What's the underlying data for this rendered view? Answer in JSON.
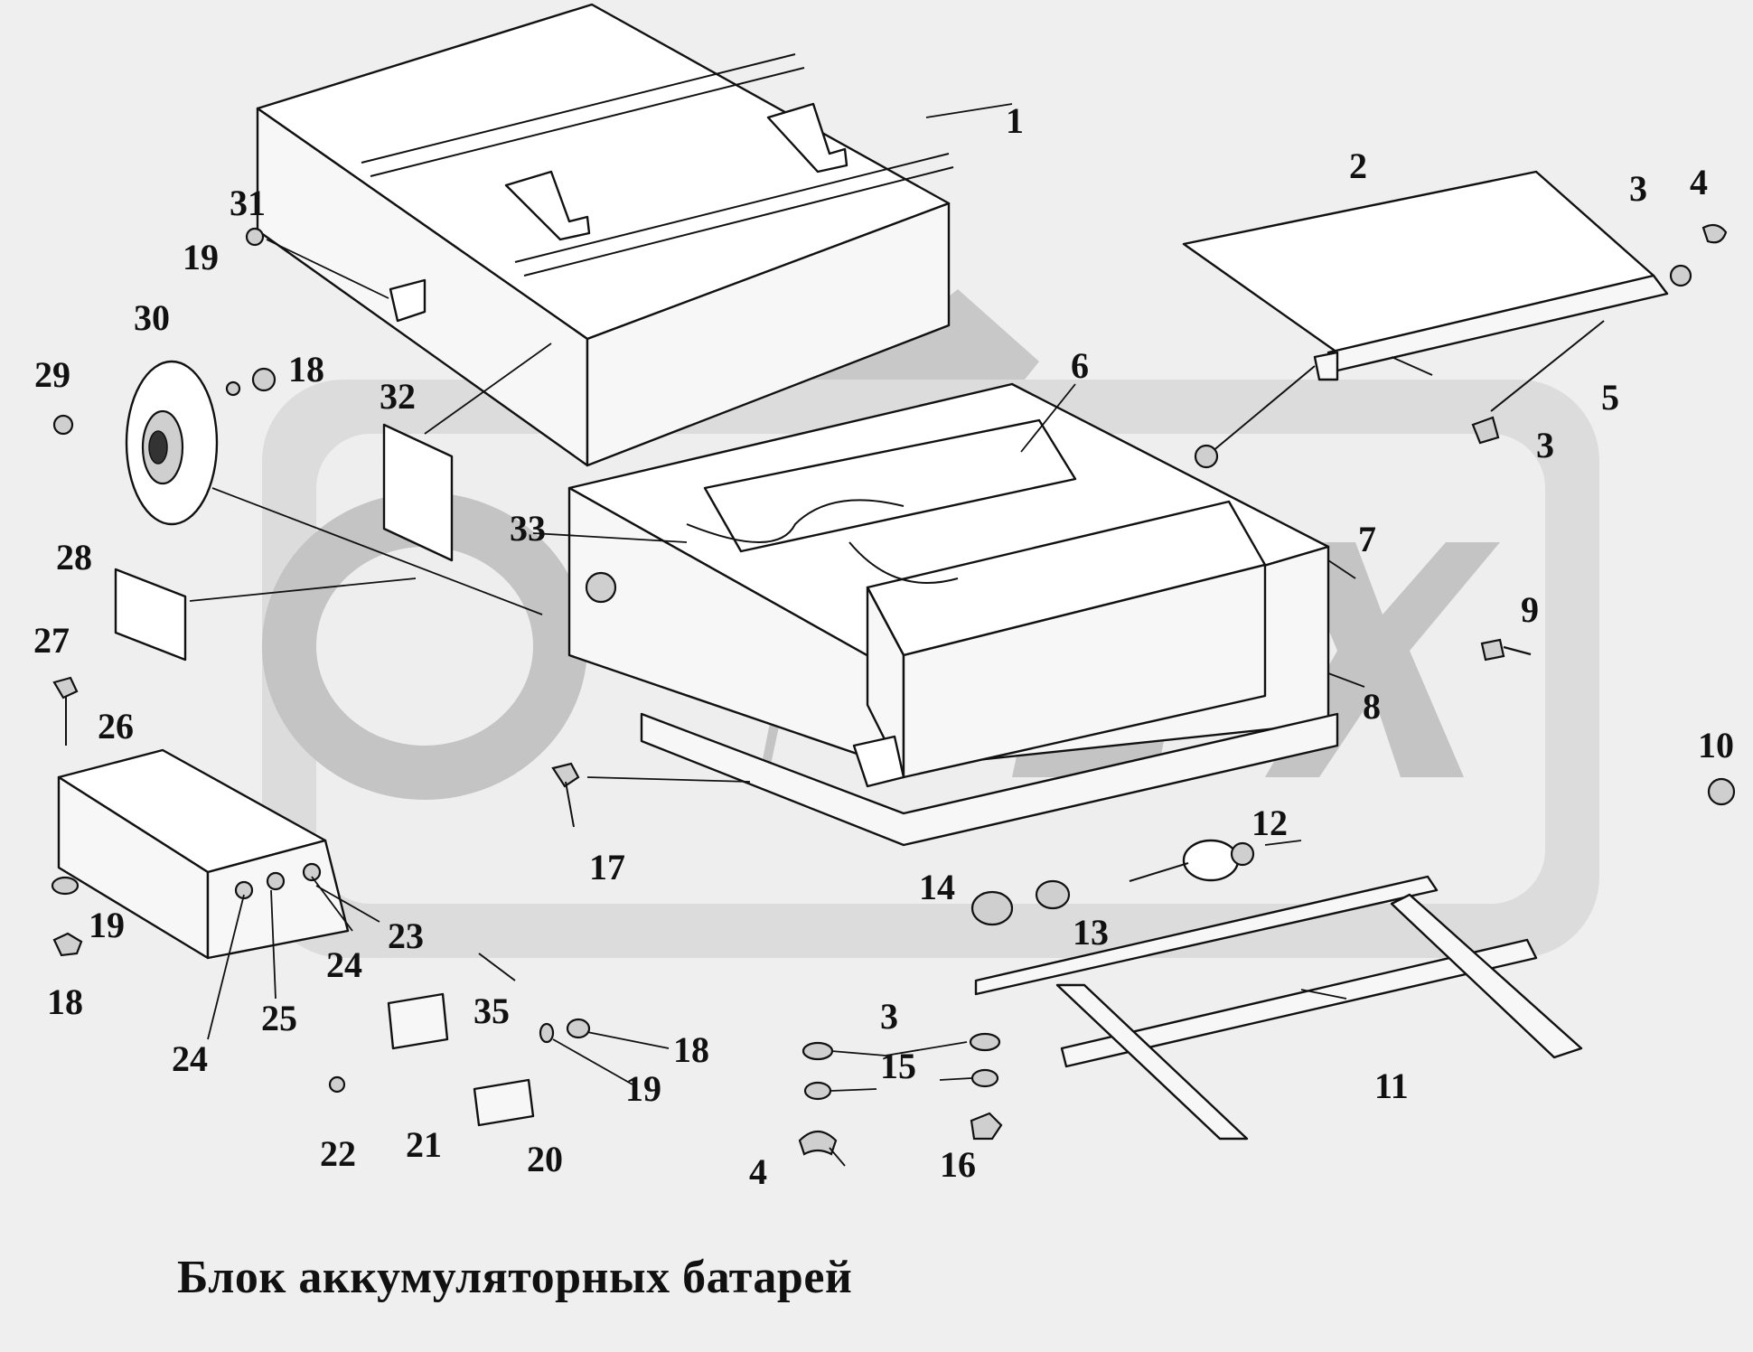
{
  "caption": "Блок аккумуляторных батарей",
  "watermark_text": "ОРЕХ",
  "part_numbers": {
    "p1": "1",
    "p2": "2",
    "p3a": "3",
    "p3b": "3",
    "p3c": "3",
    "p4a": "4",
    "p4b": "4",
    "p5": "5",
    "p6": "6",
    "p7": "7",
    "p8": "8",
    "p9": "9",
    "p10": "10",
    "p11": "11",
    "p12": "12",
    "p13": "13",
    "p14": "14",
    "p15": "15",
    "p16": "16",
    "p17": "17",
    "p18a": "18",
    "p18b": "18",
    "p18c": "18",
    "p19a": "19",
    "p19b": "19",
    "p19c": "19",
    "p20": "20",
    "p21": "21",
    "p22": "22",
    "p23": "23",
    "p24a": "24",
    "p24b": "24",
    "p25": "25",
    "p26": "26",
    "p27": "27",
    "p28": "28",
    "p29": "29",
    "p30": "30",
    "p31": "31",
    "p32": "32",
    "p33": "33",
    "p35": "35"
  }
}
